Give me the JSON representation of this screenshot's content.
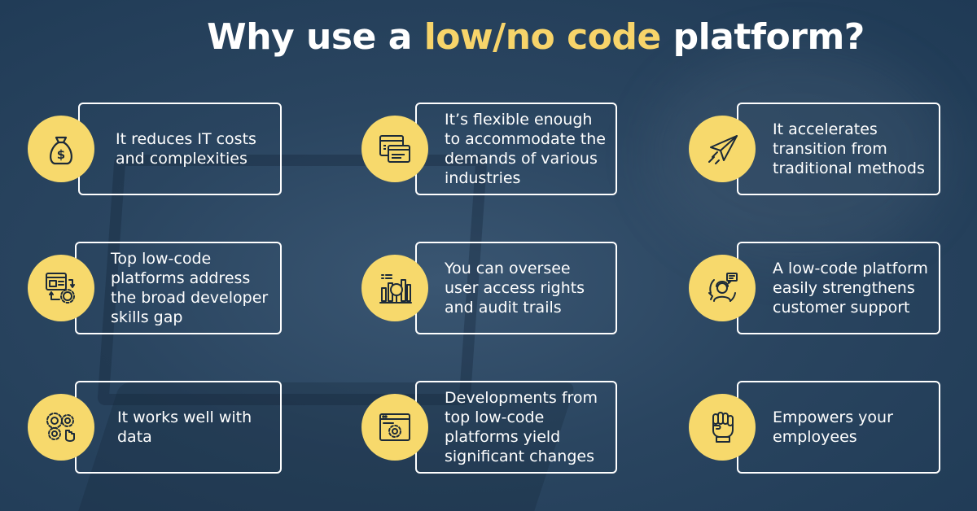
{
  "title": {
    "prefix": "Why use a ",
    "highlight": "low/no code",
    "suffix": " platform?"
  },
  "colors": {
    "accent": "#f7d96c",
    "background": "#2a4560",
    "card_border": "#ffffff",
    "text": "#ffffff"
  },
  "cards": [
    {
      "text": "It reduces IT costs and complexities",
      "icon": "money-bag-icon"
    },
    {
      "text": "It’s flexible enough to accommodate the demands of various industries",
      "icon": "browser-windows-icon"
    },
    {
      "text": "It accelerates transition from traditional methods",
      "icon": "paper-plane-icon"
    },
    {
      "text": "Top low-code platforms address the broad developer skills gap",
      "icon": "workflow-gear-icon"
    },
    {
      "text": "You can oversee user access rights and audit trails",
      "icon": "analytics-magnifier-icon"
    },
    {
      "text": "A low-code platform easily strengthens customer support",
      "icon": "customer-support-icon"
    },
    {
      "text": "It works well with data",
      "icon": "gears-icon"
    },
    {
      "text": "Developments from top low-code platforms yield significant changes",
      "icon": "browser-gear-icon"
    },
    {
      "text": "Empowers your employees",
      "icon": "raised-fist-icon"
    }
  ]
}
